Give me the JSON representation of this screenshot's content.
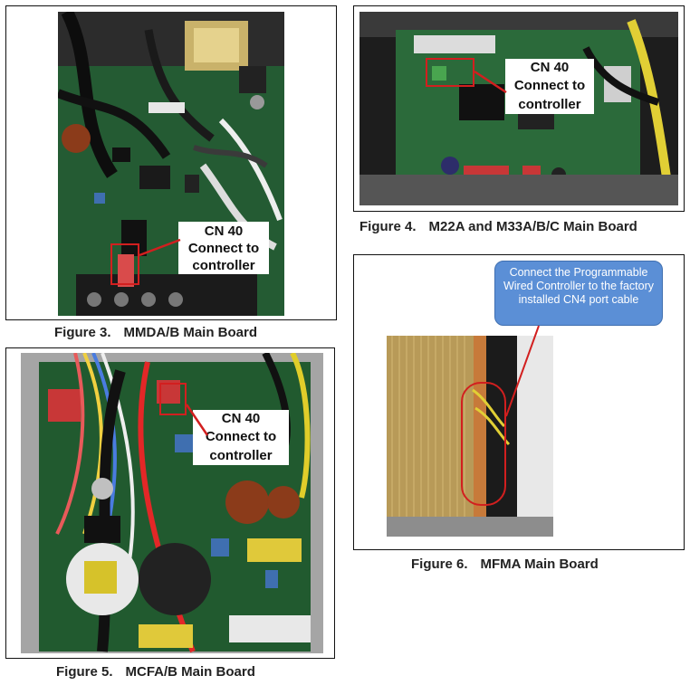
{
  "figures": [
    {
      "number": "Figure 3.",
      "title": "MMDA/B Main Board",
      "callout_title": "CN 40",
      "callout_lines": [
        "Connect to",
        "controller"
      ]
    },
    {
      "number": "Figure 4.",
      "title": "M22A and M33A/B/C Main Board",
      "callout_title": "CN 40",
      "callout_lines": [
        "Connect to",
        "controller"
      ]
    },
    {
      "number": "Figure 5.",
      "title": "MCFA/B Main Board",
      "callout_title": "CN 40",
      "callout_lines": [
        "Connect to",
        "controller"
      ]
    },
    {
      "number": "Figure 6.",
      "title": "MFMA Main Board",
      "note": "Connect the Programmable Wired Controller to the factory installed CN4 port cable"
    }
  ],
  "colors": {
    "highlight": "#d21f1f",
    "bubble": "#5b8fd6",
    "board_green": "#1f5a2c"
  }
}
